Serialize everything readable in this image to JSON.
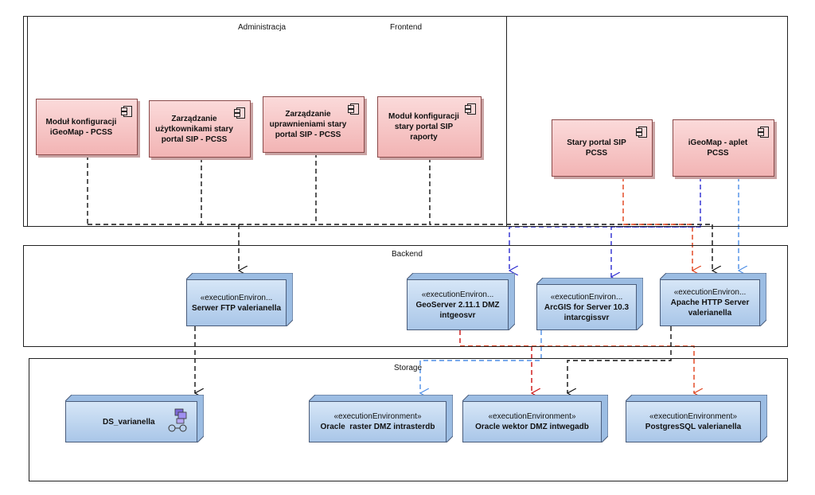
{
  "zones": {
    "administracja": "Administracja",
    "frontend": "Frontend",
    "backend": "Backend",
    "storage": "Storage"
  },
  "components": {
    "c1": "Moduł konfiguracji iGeoMap - PCSS",
    "c2": "Zarządzanie użytkownikami stary portal SIP - PCSS",
    "c3": "Zarządzanie uprawnieniami stary portal SIP - PCSS",
    "c4": "Moduł konfiguracji stary portal SIP raporty",
    "c5": "Stary portal SIP PCSS",
    "c6": "iGeoMap - aplet PCSS"
  },
  "nodes": {
    "ftp": {
      "stereo": "«executionEnviron...",
      "name": "Serwer FTP valerianella"
    },
    "geo": {
      "stereo": "«executionEnviron...",
      "name": "GeoServer 2.11.1 DMZ intgeosvr"
    },
    "arc": {
      "stereo": "«executionEnviron...",
      "name": "ArcGIS for Server 10.3 intarcgissvr"
    },
    "apache": {
      "stereo": "«executionEnviron...",
      "name": "Apache HTTP Server valerianella"
    },
    "raster": {
      "stereo": "«executionEnvironment»",
      "name": "Oracle  raster DMZ intrasterdb"
    },
    "wektor": {
      "stereo": "«executionEnvironment»",
      "name": "Oracle wektor DMZ intwegadb"
    },
    "pg": {
      "stereo": "«executionEnvironment»",
      "name": "PostgresSQL valerianella"
    }
  },
  "datastore": {
    "name": "DS_varianella"
  },
  "colors": {
    "black": "#111111",
    "red": "#e0401a",
    "blue": "#2a2ad0",
    "lightblue": "#4d8ee6",
    "darkred": "#cc1010"
  }
}
